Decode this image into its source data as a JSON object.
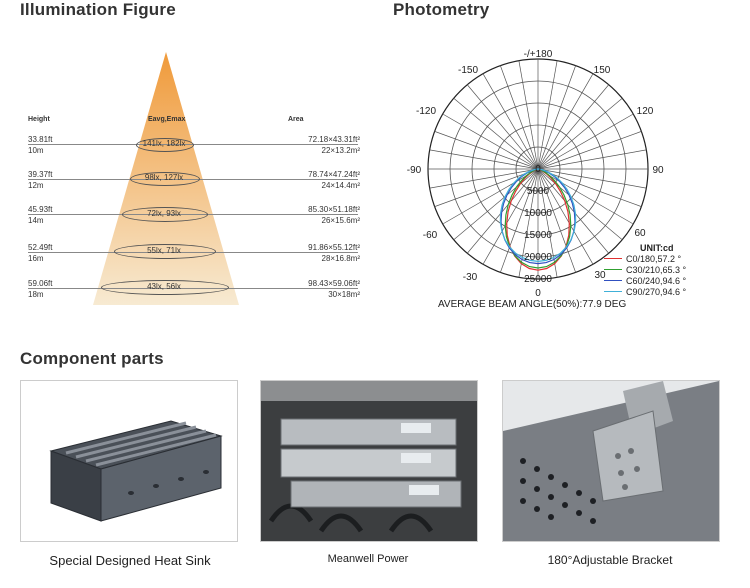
{
  "sections": {
    "illumination_title": "Illumination Figure",
    "photometry_title": "Photometry",
    "components_title": "Component parts"
  },
  "illumination": {
    "header_height": "Height",
    "header_lux": "Eavg,Emax",
    "header_area": "Area",
    "rows": [
      {
        "ft": "33.81ft",
        "m": "10m",
        "lux": "141lx, 182lx",
        "area_ft": "72.18×43.31ft²",
        "area_m": "22×13.2m²"
      },
      {
        "ft": "39.37ft",
        "m": "12m",
        "lux": "98lx, 127lx",
        "area_ft": "78.74×47.24ft²",
        "area_m": "24×14.4m²"
      },
      {
        "ft": "45.93ft",
        "m": "14m",
        "lux": "72lx, 93lx",
        "area_ft": "85.30×51.18ft²",
        "area_m": "26×15.6m²"
      },
      {
        "ft": "52.49ft",
        "m": "16m",
        "lux": "55lx, 71lx",
        "area_ft": "91.86×55.12ft²",
        "area_m": "28×16.8m²"
      },
      {
        "ft": "59.06ft",
        "m": "18m",
        "lux": "43lx, 56lx",
        "area_ft": "98.43×59.06ft²",
        "area_m": "30×18m²"
      }
    ],
    "cone_colors": [
      "#f5e6c8",
      "#f0a850"
    ]
  },
  "photometry": {
    "angle_labels": {
      "top": "-/+180",
      "n150": "-150",
      "p150": "150",
      "n120": "-120",
      "p120": "120",
      "n90": "-90",
      "p90": "90",
      "n60": "-60",
      "p60": "60",
      "n30": "-30",
      "p30": "30",
      "zero": "0"
    },
    "radial_labels": [
      "0",
      "5000",
      "10000",
      "15000",
      "20000",
      "25000"
    ],
    "unit": "UNIT:cd",
    "legend": [
      {
        "label": "C0/180,57.2 °",
        "color": "#e03030"
      },
      {
        "label": "C30/210,65.3 °",
        "color": "#30a030"
      },
      {
        "label": "C60/240,94.6 °",
        "color": "#3050c0"
      },
      {
        "label": "C90/270,94.6 °",
        "color": "#40b0d8"
      }
    ],
    "beam_angle": "AVERAGE BEAM ANGLE(50%):77.9 DEG"
  },
  "components": [
    {
      "label": "Special Designed Heat Sink",
      "icon": "heat-sink-image"
    },
    {
      "label": "Meanwell Power",
      "icon": "power-supply-image"
    },
    {
      "label": "180°Adjustable Bracket",
      "icon": "bracket-image"
    }
  ]
}
